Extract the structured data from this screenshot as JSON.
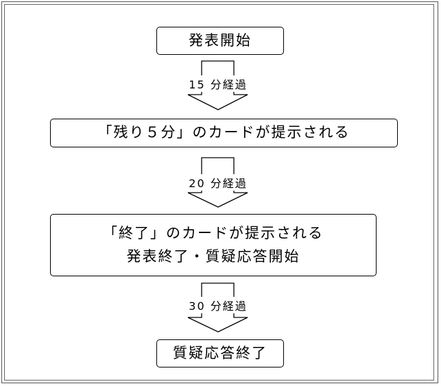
{
  "steps": {
    "start": "発表開始",
    "card5": "「残り５分」のカードが提示される",
    "endCard": "「終了」のカードが提示される",
    "endPresentation": "発表終了・質疑応答開始",
    "qaEnd": "質疑応答終了"
  },
  "durations": {
    "first": "15 分経過",
    "second": "20 分経過",
    "third": "30 分経過"
  }
}
